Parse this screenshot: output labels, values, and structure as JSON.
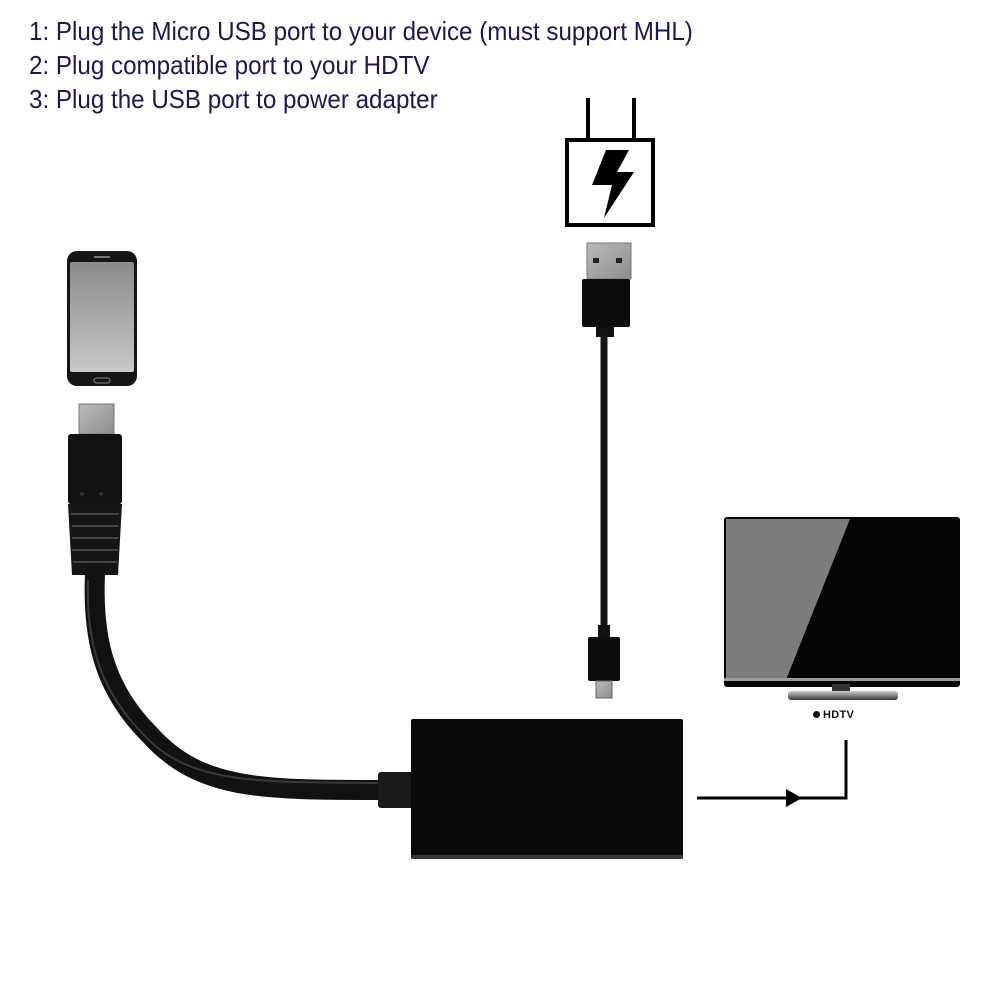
{
  "instructions": [
    {
      "step": 1,
      "text": "1: Plug the Micro USB port to your device (must support MHL)"
    },
    {
      "step": 2,
      "text": "2: Plug compatible port to your HDTV"
    },
    {
      "step": 3,
      "text": "3: Plug the USB port to power adapter"
    }
  ],
  "labels": {
    "hdtv": "HDTV"
  },
  "components": {
    "power_adapter": {
      "icon": "lightning-bolt-icon"
    },
    "smartphone": {
      "icon": "smartphone-icon"
    },
    "usb_a_connector": {
      "icon": "usb-a-plug-icon"
    },
    "micro_usb_power": {
      "icon": "micro-usb-plug-icon"
    },
    "micro_usb_device": {
      "icon": "micro-usb-plug-icon"
    },
    "mhl_adapter": {
      "icon": "adapter-box-icon"
    },
    "hdtv": {
      "icon": "tv-icon"
    }
  },
  "colors": {
    "text": "#17185a",
    "ink": "#111111",
    "background": "#ffffff"
  }
}
